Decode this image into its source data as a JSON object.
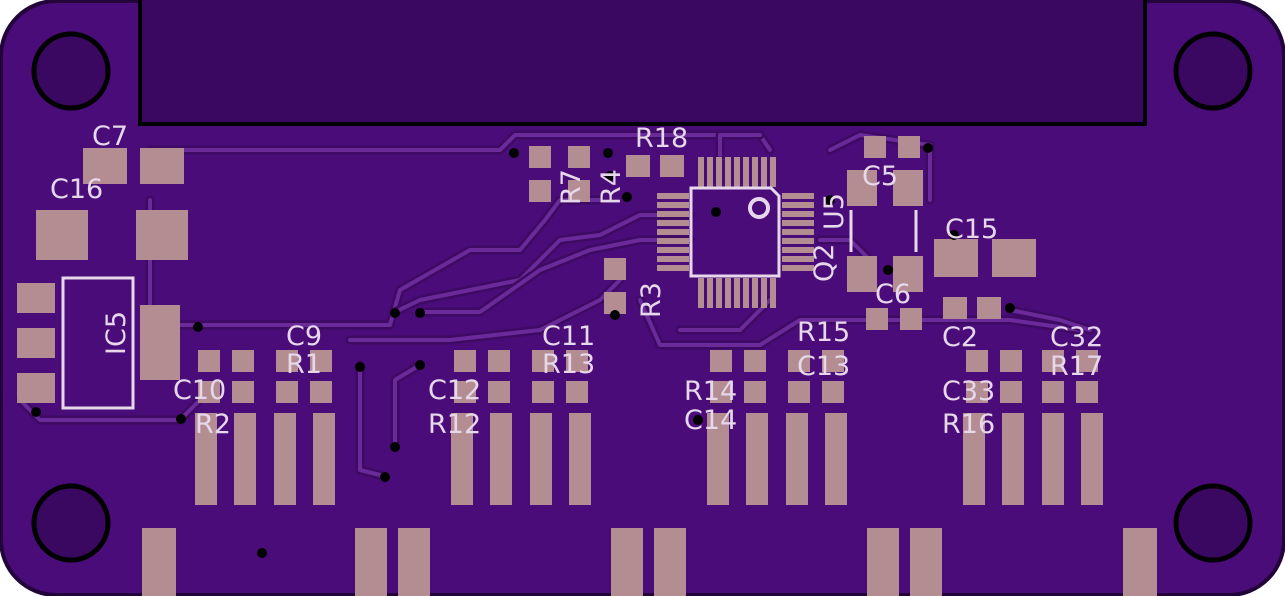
{
  "board": {
    "colors": {
      "background": "#ffffff",
      "board_fill": "#4a0c78",
      "board_edge": "#22033a",
      "copper_pour": "#52138a",
      "trace": "#6a2a9a",
      "pad": "#b38d91",
      "silkscreen": "#e6d8ea",
      "via": "#000000"
    }
  },
  "labels": {
    "c7": "C7",
    "c16": "C16",
    "ic5": "IC5",
    "r18": "R18",
    "r7": "R7",
    "r4": "R4",
    "r3": "R3",
    "u5": "U5",
    "c5": "C5",
    "q2": "Q2",
    "c6": "C6",
    "c15": "C15",
    "c2": "C2",
    "c32": "C32",
    "r17": "R17",
    "c33": "C33",
    "r16": "R16",
    "c9": "C9",
    "r1": "R1",
    "c10": "C10",
    "r2": "R2",
    "c11": "C11",
    "r13": "R13",
    "c12": "C12",
    "r12": "R12",
    "r15": "R15",
    "c13": "C13",
    "r14": "R14",
    "c14": "C14"
  }
}
